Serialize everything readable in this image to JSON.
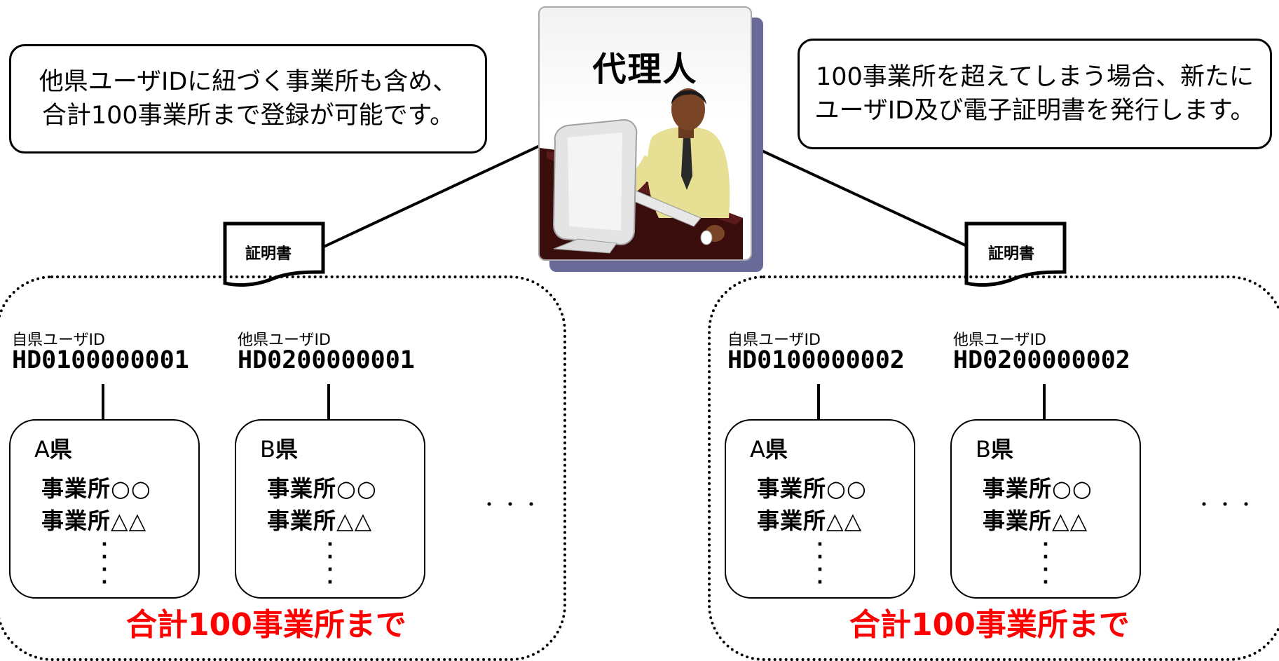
{
  "agent": {
    "title": "代理人",
    "illustration": "person-at-computer-icon"
  },
  "callouts": {
    "left": {
      "line1": "他県ユーザIDに紐づく事業所も含め、",
      "line2": "合計100事業所まで登録が可能です。"
    },
    "right": {
      "line1": "100事業所を超えてしまう場合、新たに",
      "line2": "ユーザID及び電子証明書を発行します。"
    }
  },
  "certificates": [
    {
      "label": "証明書"
    },
    {
      "label": "証明書"
    }
  ],
  "groups": [
    {
      "user_ids": [
        {
          "label": "自県ユーザID",
          "id": "HD0100000001"
        },
        {
          "label": "他県ユーザID",
          "id": "HD0200000001"
        }
      ],
      "prefectures": [
        {
          "letter": "A",
          "suffix": "県",
          "office1": "事業所○○",
          "office2": "事業所△△"
        },
        {
          "letter": "B",
          "suffix": "県",
          "office1": "事業所○○",
          "office2": "事業所△△"
        }
      ],
      "ellipsis": "・・・",
      "total": "合計100事業所まで"
    },
    {
      "user_ids": [
        {
          "label": "自県ユーザID",
          "id": "HD0100000002"
        },
        {
          "label": "他県ユーザID",
          "id": "HD0200000002"
        }
      ],
      "prefectures": [
        {
          "letter": "A",
          "suffix": "県",
          "office1": "事業所○○",
          "office2": "事業所△△"
        },
        {
          "letter": "B",
          "suffix": "県",
          "office1": "事業所○○",
          "office2": "事業所△△"
        }
      ],
      "ellipsis": "・・・",
      "total": "合計100事業所まで"
    }
  ],
  "colors": {
    "total_text": "#ff0000",
    "card_shadow": "#6a6a98"
  }
}
